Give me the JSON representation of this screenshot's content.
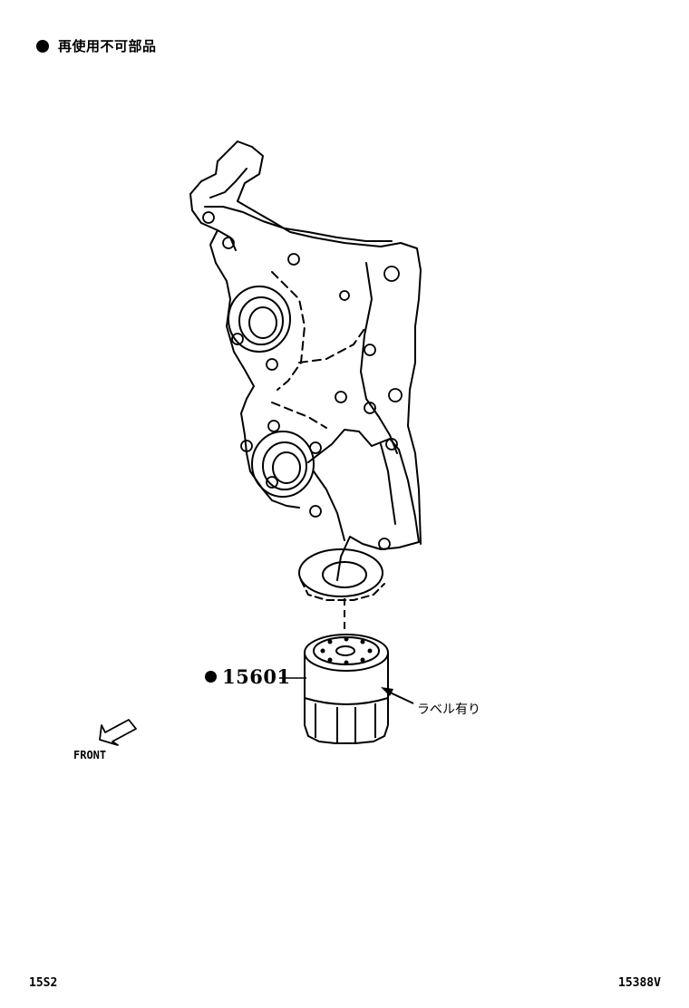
{
  "legend": {
    "text": "再使用不可部品"
  },
  "parts": [
    {
      "number": "15601",
      "note": "ラベル有り"
    }
  ],
  "direction": {
    "label": "FRONT"
  },
  "footer": {
    "left_code": "15S2",
    "right_code": "15388V"
  }
}
